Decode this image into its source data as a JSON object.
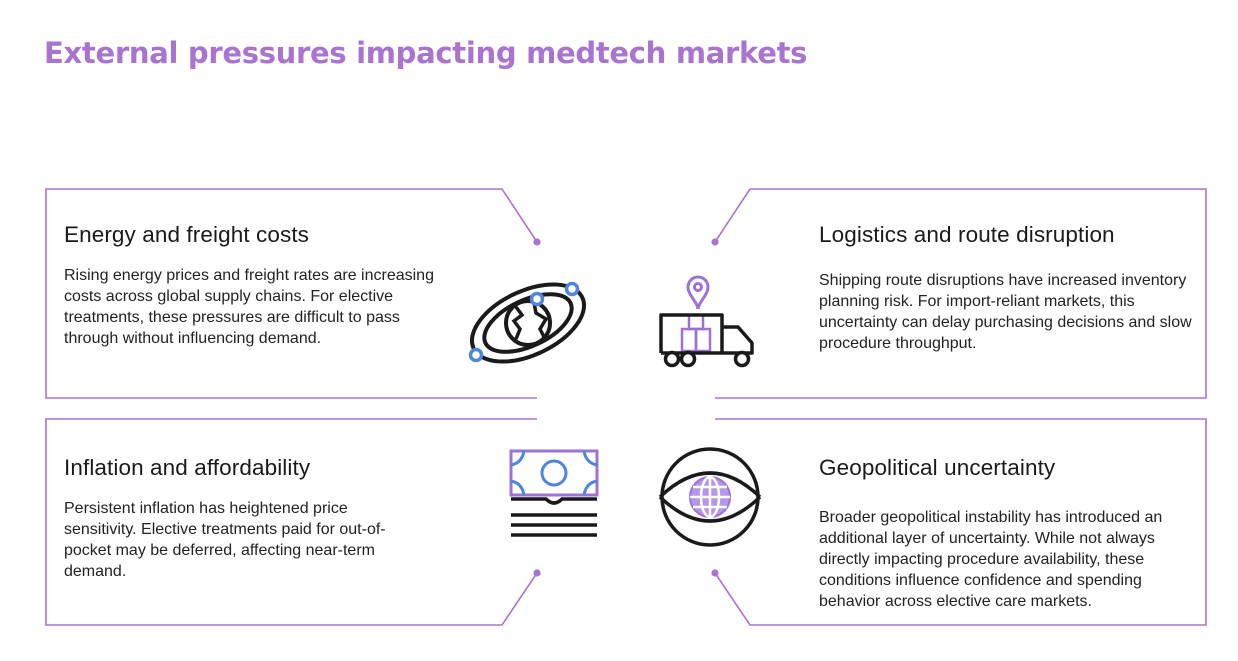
{
  "title": "External pressures impacting medtech markets",
  "panels": {
    "top_left": {
      "heading": "Energy and freight costs",
      "body": "Rising energy prices and freight rates are increasing costs across global supply chains. For elective treatments, these pressures are difficult to pass through without influencing demand.",
      "icon": "globe-orbit-icon"
    },
    "top_right": {
      "heading": "Logistics and route disruption",
      "body": "Shipping route disruptions have increased inventory planning risk. For import-reliant markets, this uncertainty can delay purchasing decisions and slow procedure throughput.",
      "icon": "delivery-truck-icon"
    },
    "bottom_left": {
      "heading": "Inflation and affordability",
      "body": "Persistent inflation has heightened price sensitivity. Elective treatments paid for out-of-pocket may be deferred, affecting near-term demand.",
      "icon": "banknote-stack-icon"
    },
    "bottom_right": {
      "heading": "Geopolitical uncertainty",
      "body": "Broader geopolitical instability has introduced an additional layer of uncertainty. While not always directly impacting procedure availability, these conditions influence confidence and spending behavior across elective care markets.",
      "icon": "globe-eye-icon"
    }
  },
  "colors": {
    "accent": "#a873d1",
    "icon_blue": "#4e86dc",
    "icon_purple": "#9b72d6",
    "text": "#1a1a1a"
  }
}
